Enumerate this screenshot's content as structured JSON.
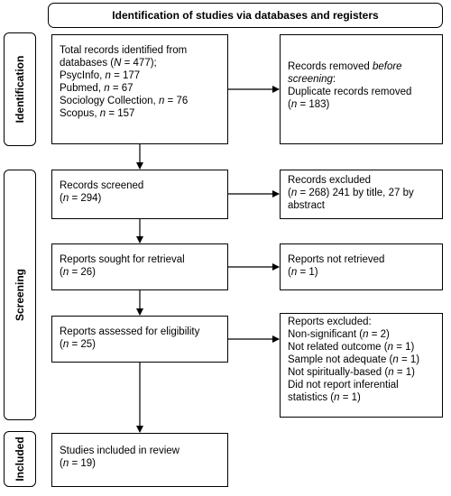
{
  "header": {
    "title": "Identification of studies via databases and registers"
  },
  "phases": {
    "identification": "Identification",
    "screening": "Screening",
    "included": "Included"
  },
  "boxes": {
    "identified": {
      "line1": "Total records identified from",
      "line2_a": "databases (",
      "line2_n": "N",
      "line2_b": " = 477);",
      "line3_a": "PsycInfo, ",
      "line3_n": "n",
      "line3_b": " = 177",
      "line4_a": "Pubmed, ",
      "line4_n": "n",
      "line4_b": " = 67",
      "line5_a": "Sociology Collection, ",
      "line5_n": "n",
      "line5_b": " = 76",
      "line6_a": "Scopus, ",
      "line6_n": "n",
      "line6_b": " = 157"
    },
    "removed": {
      "line1_a": "Records removed ",
      "line1_i": "before",
      "line2_i": "screening",
      "line2_b": ":",
      "line3": "Duplicate records removed",
      "line4_a": "(",
      "line4_n": "n",
      "line4_b": " = 183)"
    },
    "screened": {
      "line1": "Records screened",
      "line2_a": "(",
      "line2_n": "n",
      "line2_b": " = 294)"
    },
    "excluded": {
      "line1": "Records excluded",
      "line2_a": "(",
      "line2_n": "n",
      "line2_b": " = 268) 241 by title, 27 by",
      "line3": "abstract"
    },
    "sought": {
      "line1": "Reports sought for retrieval",
      "line2_a": "(",
      "line2_n": "n",
      "line2_b": " = 26)"
    },
    "not_retrieved": {
      "line1": "Reports not retrieved",
      "line2_a": "(",
      "line2_n": "n",
      "line2_b": " = 1)"
    },
    "assessed": {
      "line1": "Reports assessed for eligibility",
      "line2_a": "(",
      "line2_n": "n",
      "line2_b": " = 25)"
    },
    "reports_excluded": {
      "line1": "Reports excluded:",
      "line2_a": "Non-significant (",
      "line2_n": "n",
      "line2_b": " = 2)",
      "line3_a": "Not related outcome (",
      "line3_n": "n",
      "line3_b": " = 1)",
      "line4_a": "Sample not adequate (",
      "line4_n": "n",
      "line4_b": " = 1)",
      "line5_a": "Not spiritually-based (",
      "line5_n": "n",
      "line5_b": " = 1)",
      "line6": "Did not report inferential",
      "line7_a": "statistics (",
      "line7_n": "n",
      "line7_b": " = 1)"
    },
    "included": {
      "line1": "Studies included in review",
      "line2_a": "(",
      "line2_n": "n",
      "line2_b": " = 19)"
    }
  }
}
